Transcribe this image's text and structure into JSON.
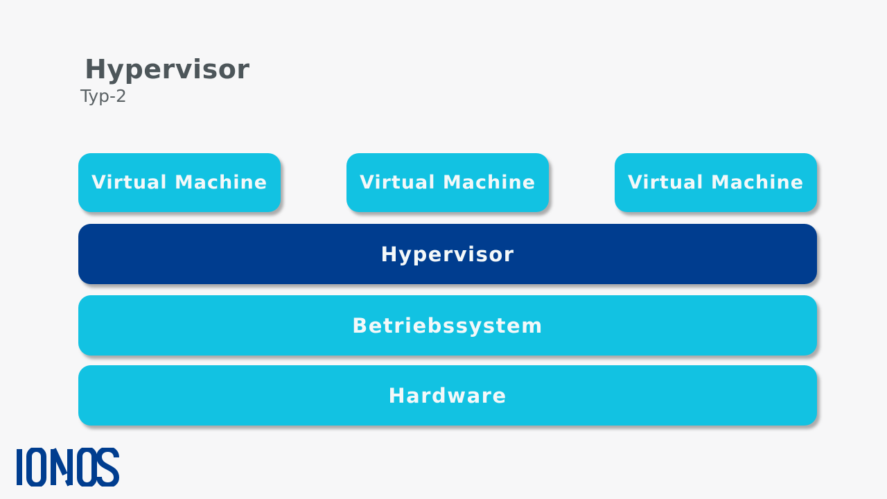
{
  "header": {
    "title": "Hypervisor",
    "subtitle": "Typ-2"
  },
  "diagram": {
    "vm_boxes": [
      {
        "label": "Virtual Machine"
      },
      {
        "label": "Virtual Machine"
      },
      {
        "label": "Virtual Machine"
      }
    ],
    "bars": [
      {
        "label": "Hypervisor",
        "variant": "dark-blue"
      },
      {
        "label": "Betriebssystem",
        "variant": "cyan"
      },
      {
        "label": "Hardware",
        "variant": "cyan"
      }
    ]
  },
  "footer": {
    "logo_text": "IONOS"
  },
  "colors": {
    "background": "#f7f7f8",
    "cyan": "#12c2e2",
    "dark_blue": "#003d8f",
    "box_text": "#f4f8f9",
    "title_text": "#4d565a",
    "subtitle_text": "#5b6265",
    "logo_blue": "#003d8f"
  }
}
